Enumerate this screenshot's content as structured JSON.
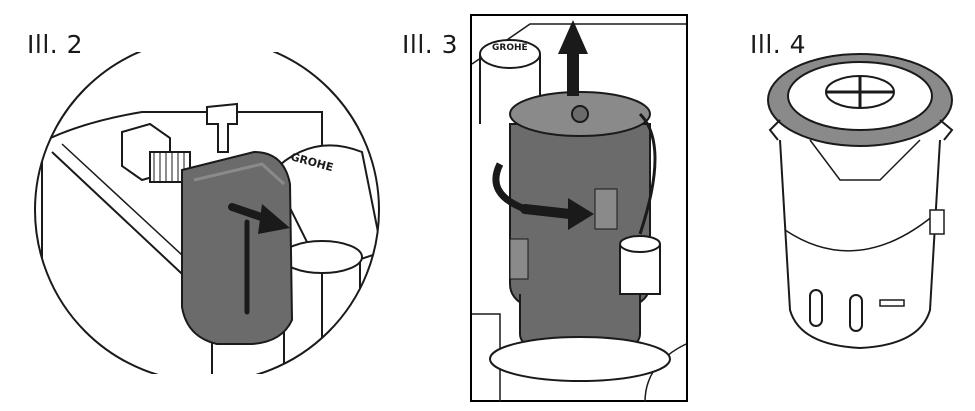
{
  "figures": [
    {
      "label": "Ill. 2",
      "brand": "GROHE"
    },
    {
      "label": "Ill. 3",
      "brand": "GROHE"
    },
    {
      "label": "Ill. 4"
    }
  ],
  "colors": {
    "part_dark": "#6b6b6b",
    "part_mid": "#8a8a8a",
    "line": "#1a1a1a",
    "arrow": "#1a1a1a",
    "frame": "#000000"
  }
}
